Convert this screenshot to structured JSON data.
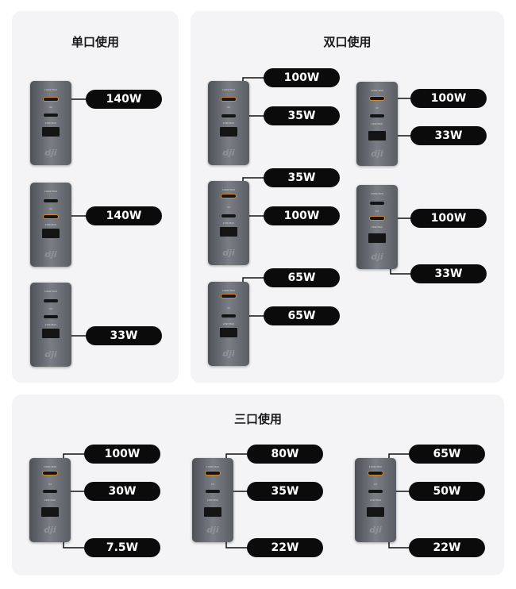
{
  "sections": {
    "single": {
      "title": "单口使用"
    },
    "dual": {
      "title": "双口使用"
    },
    "triple": {
      "title": "三口使用"
    }
  },
  "charger": {
    "logo": "dji",
    "c1_text": "140W MAX",
    "c2_text": "C2",
    "a_text": "22W MAX"
  },
  "labels": {
    "s1": "140W",
    "s2": "140W",
    "s3": "33W",
    "d1a": "100W",
    "d1b": "35W",
    "d2a": "35W",
    "d2b": "100W",
    "d3a": "65W",
    "d3b": "65W",
    "d4a": "100W",
    "d4b": "33W",
    "d5a": "100W",
    "d5b": "33W",
    "t1a": "100W",
    "t1b": "30W",
    "t1c": "7.5W",
    "t2a": "80W",
    "t2b": "35W",
    "t2c": "22W",
    "t3a": "65W",
    "t3b": "50W",
    "t3c": "22W"
  },
  "colors": {
    "panel_bg": "#f4f4f6",
    "label_bg": "#0b0b0b",
    "label_text": "#ffffff",
    "port_glow": "#d08a2a"
  }
}
